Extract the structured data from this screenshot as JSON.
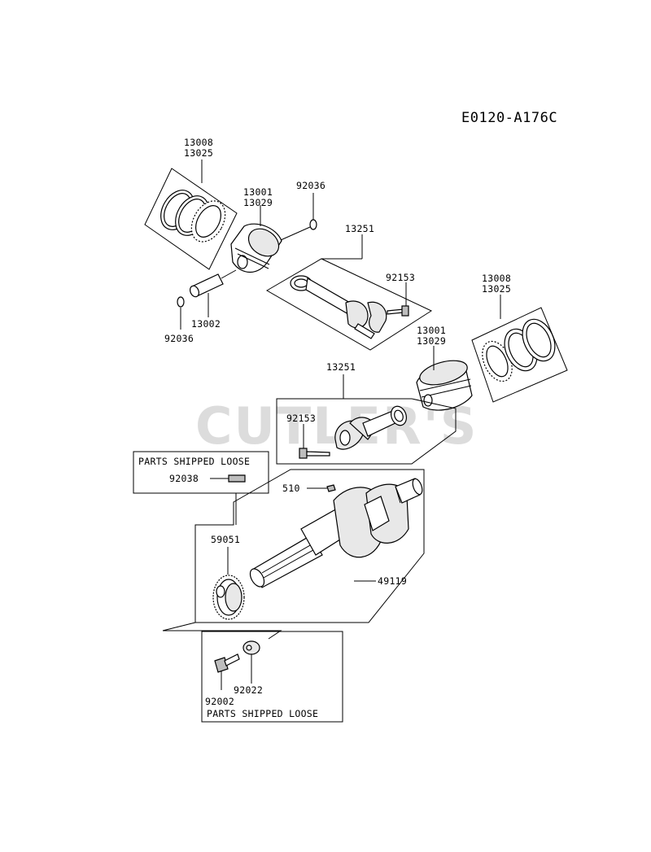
{
  "diagram": {
    "code": "E0120-A176C",
    "watermark": "CUTLER'S",
    "labels": {
      "rings_top_a": "13008",
      "rings_top_b": "13025",
      "piston_top_a": "13001",
      "piston_top_b": "13029",
      "clip_top": "92036",
      "pin": "13002",
      "clip_bottom": "92036",
      "rod_top": "13251",
      "bolt_top": "92153",
      "rings_right_a": "13008",
      "rings_right_b": "13025",
      "piston_right_a": "13001",
      "piston_right_b": "13029",
      "rod_mid": "13251",
      "bolt_mid": "92153",
      "psl_top": "PARTS SHIPPED LOOSE",
      "key_pin": "92038",
      "key": "510",
      "gear": "59051",
      "crankshaft": "49119",
      "bolt_bottom": "92002",
      "washer": "92022",
      "psl_bottom": "PARTS SHIPPED LOOSE"
    }
  }
}
